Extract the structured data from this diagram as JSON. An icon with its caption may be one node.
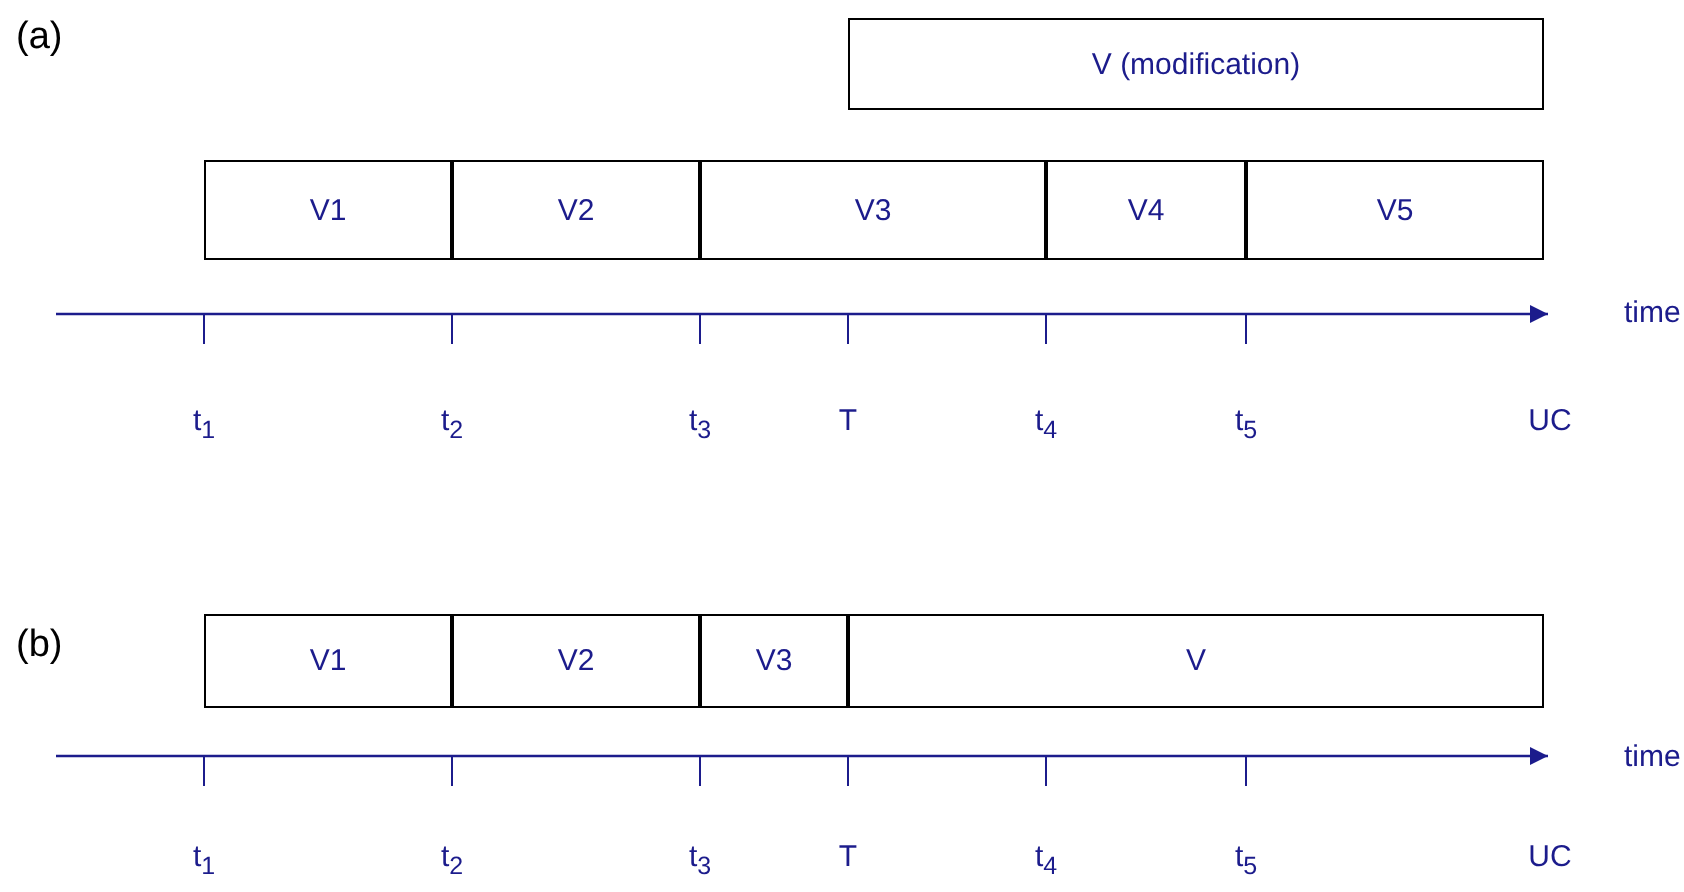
{
  "diagram": {
    "nodes": [
      {
        "text": [
          "V (modification)"
        ]
      },
      {
        "text": [
          "V1"
        ]
      },
      {
        "text": [
          "V2"
        ]
      },
      {
        "text": [
          "V3"
        ]
      },
      {
        "text": [
          "V4"
        ]
      },
      {
        "text": [
          "V5"
        ]
      },
      {
        "text": [
          "V1"
        ]
      },
      {
        "text": [
          "V2"
        ]
      },
      {
        "text": [
          "V3"
        ]
      },
      {
        "text": [
          "V"
        ]
      }
    ],
    "edges": [],
    "labels": [
      "(a)",
      "time",
      "t$_{1}$",
      "t$_{2}$",
      "t$_{3}$",
      "T",
      "t$_{4}$",
      "t$_{5}$",
      "UC",
      "(b)",
      "time",
      "t$_{1}$",
      "t$_{2}$",
      "t$_{3}$",
      "T",
      "t$_{4}$",
      "t$_{5}$",
      "UC"
    ]
  }
}
